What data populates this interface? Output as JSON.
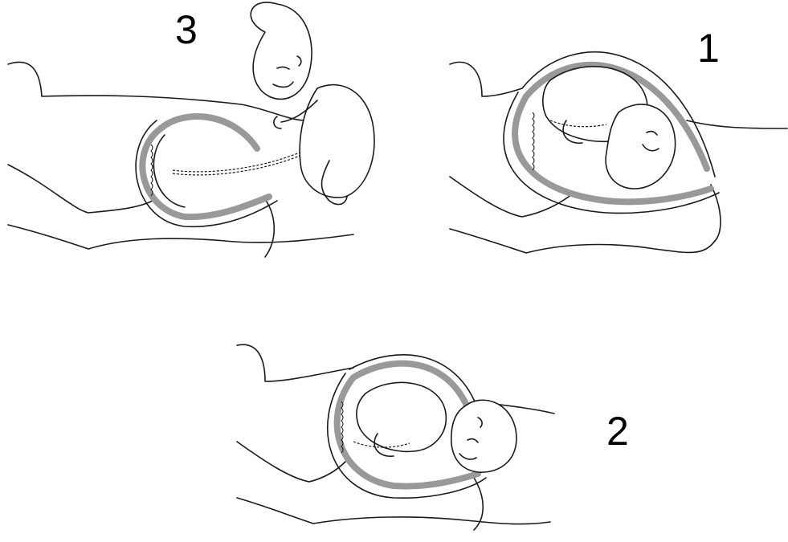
{
  "figure": {
    "stages": [
      {
        "label": "3",
        "description_key": "stage-3"
      },
      {
        "label": "1",
        "description_key": "stage-1"
      },
      {
        "label": "2",
        "description_key": "stage-2"
      }
    ]
  }
}
